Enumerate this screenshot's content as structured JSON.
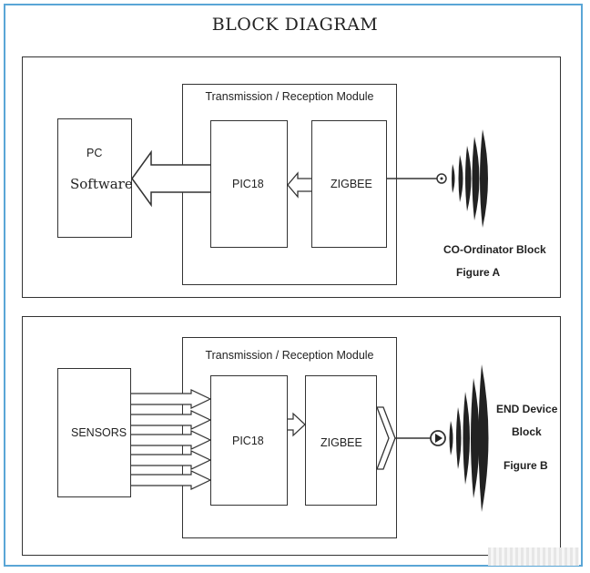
{
  "title": "BLOCK DIAGRAM",
  "top": {
    "module_title": "Transmission / Reception Module",
    "pc_line1": "PC",
    "pc_line2": "Software",
    "pic": "PIC18",
    "zigbee": "ZIGBEE",
    "caption_line1": "CO-Ordinator Block",
    "caption_line2": "Figure A"
  },
  "bottom": {
    "module_title": "Transmission / Reception Module",
    "sensors": "SENSORS",
    "pic": "PIC18",
    "zigbee": "ZIGBEE",
    "caption_line1": "END Device",
    "caption_line2": "Block",
    "caption_line3": "Figure B"
  }
}
